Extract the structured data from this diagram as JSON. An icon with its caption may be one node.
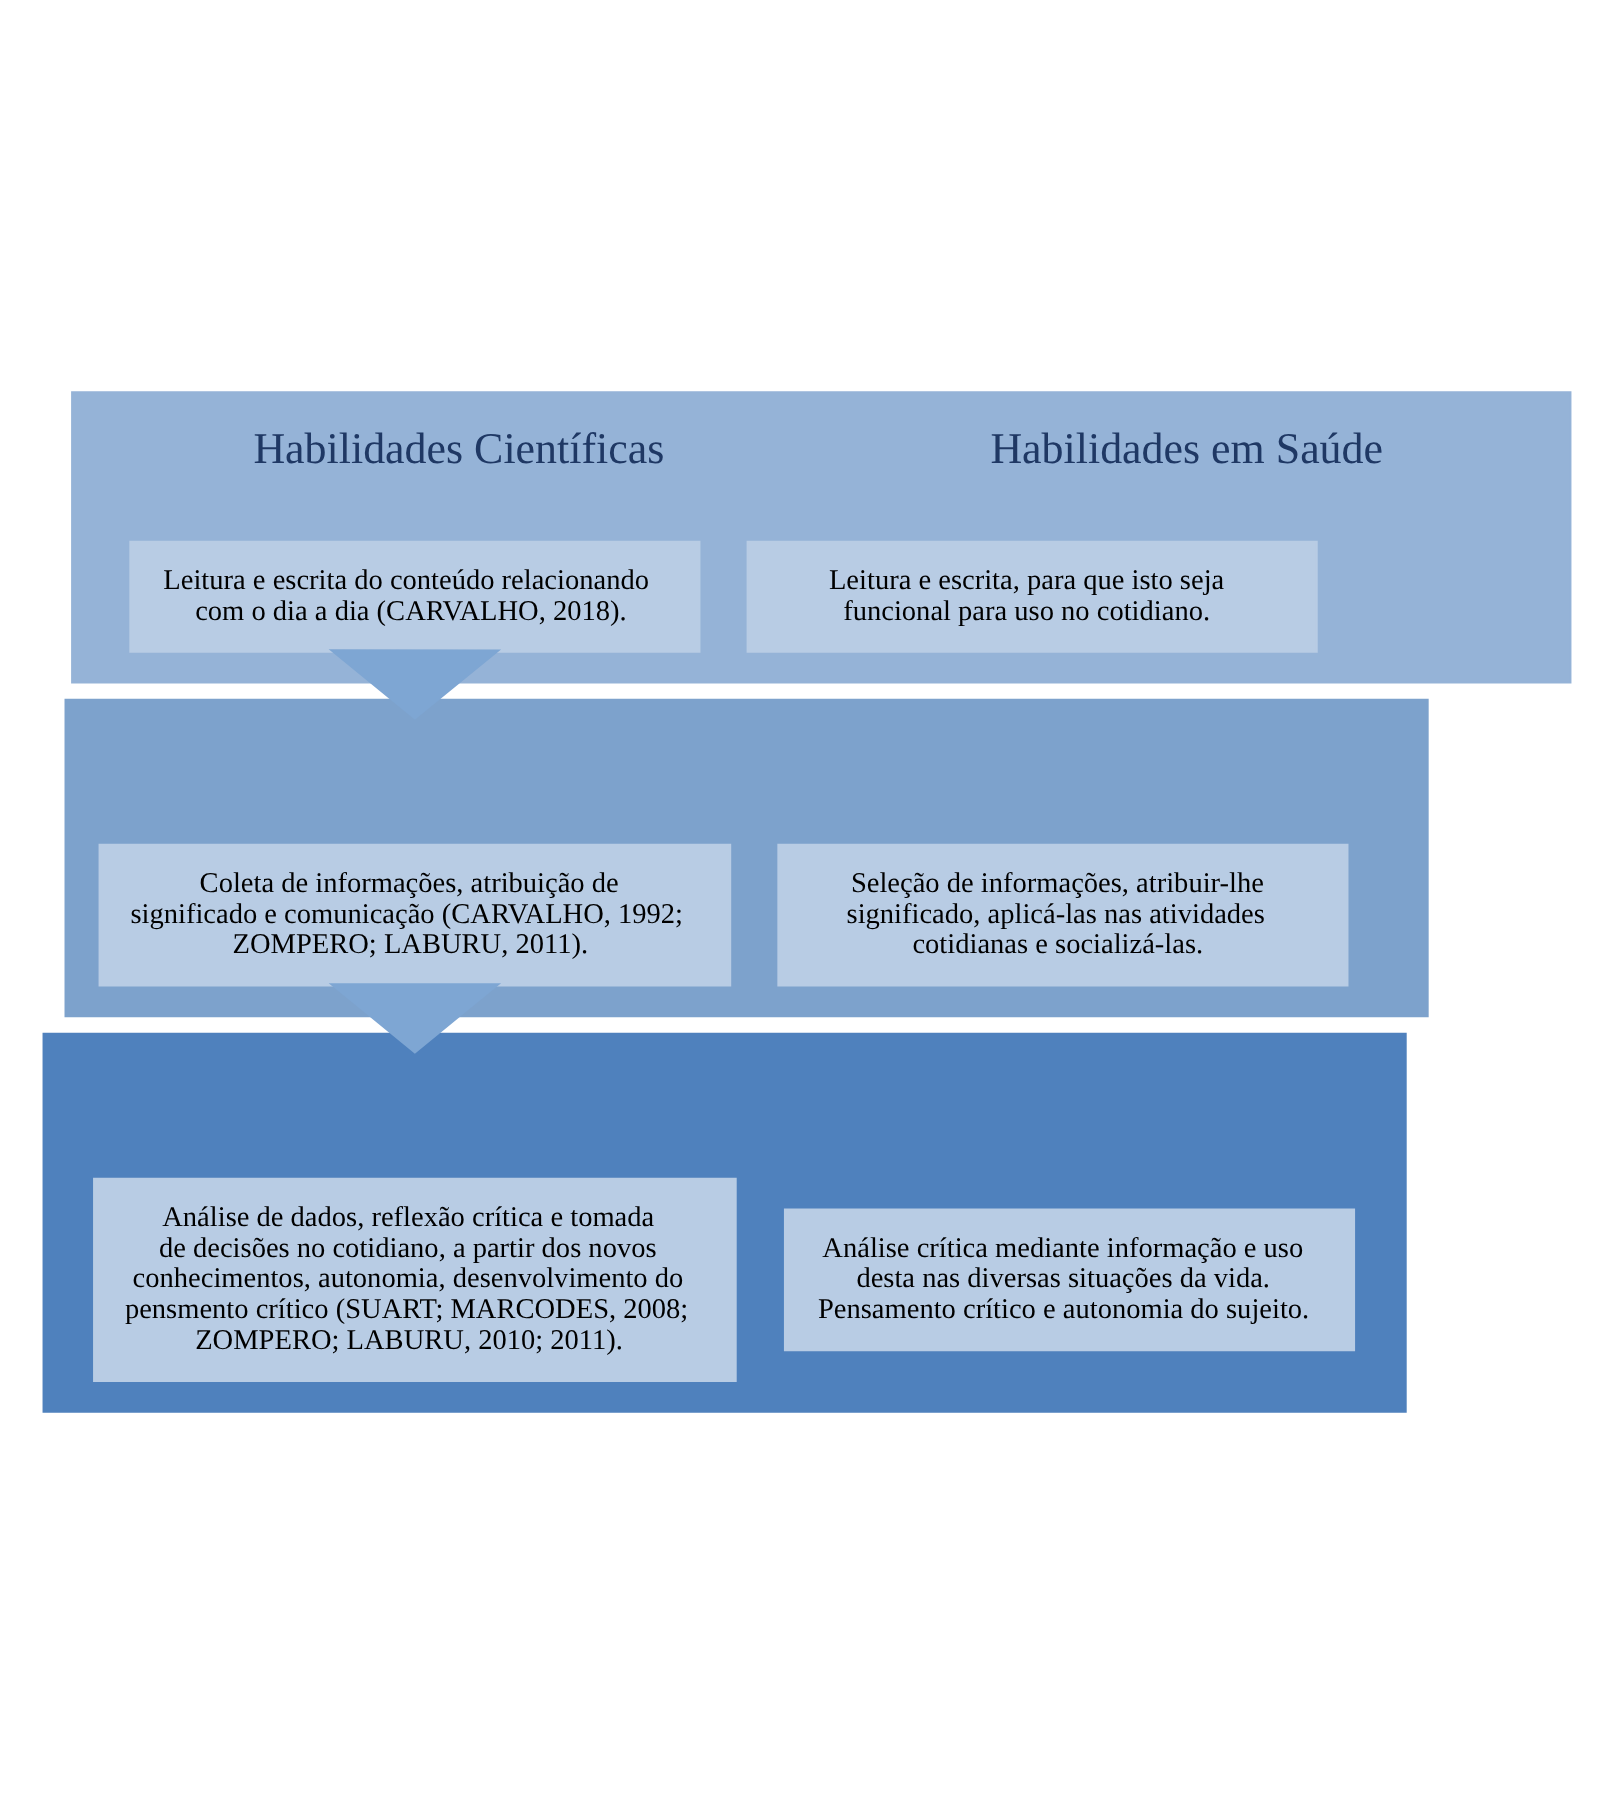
{
  "diagram": {
    "nodes": [
      {
        "text": [
          "Habilidades Científicas",
          "Habilidades em Saúde"
        ]
      },
      {
        "text": [
          "Leitura e escrita do conteúdo relacionando com o dia a dia (CARVALHO, 2018)."
        ],
        "in": 0
      },
      {
        "text": [
          "Leitura e escrita, para que isto seja funcional para uso no cotidiano."
        ],
        "in": 0
      },
      {
        "text": [],
        "shape": "bar"
      },
      {
        "text": [
          "Coleta de informações, atribuição de significado e comunicação (CARVALHO, 1992; ZOMPERO; LABURU, 2011)."
        ],
        "in": 3
      },
      {
        "text": [
          "Seleção de informações, atribuir-lhe significado, aplicá-las nas atividades cotidianas e socializá-las."
        ],
        "in": 3
      },
      {
        "text": [],
        "shape": "bar"
      },
      {
        "text": [
          "Análise de dados, reflexão crítica e tomada de decisões no cotidiano, a partir dos novos conhecimentos, autonomia, desenvolvimento do pensmento crítico (SUART; MARCODES, 2008; ZOMPERO; LABURU, 2010; 2011)."
        ],
        "in": 6
      },
      {
        "text": [
          "Análise crítica mediante informação e uso desta nas diversas situações da vida. Pensamento crítico e autonomia do sujeito."
        ],
        "in": 6
      }
    ],
    "edges": [
      {
        "from": 0,
        "to": 3,
        "arrow": "to",
        "style": "thick",
        "color": "#7ea6d3"
      },
      {
        "from": 3,
        "to": 6,
        "arrow": "to",
        "style": "thick",
        "color": "#7ea6d3"
      }
    ]
  }
}
